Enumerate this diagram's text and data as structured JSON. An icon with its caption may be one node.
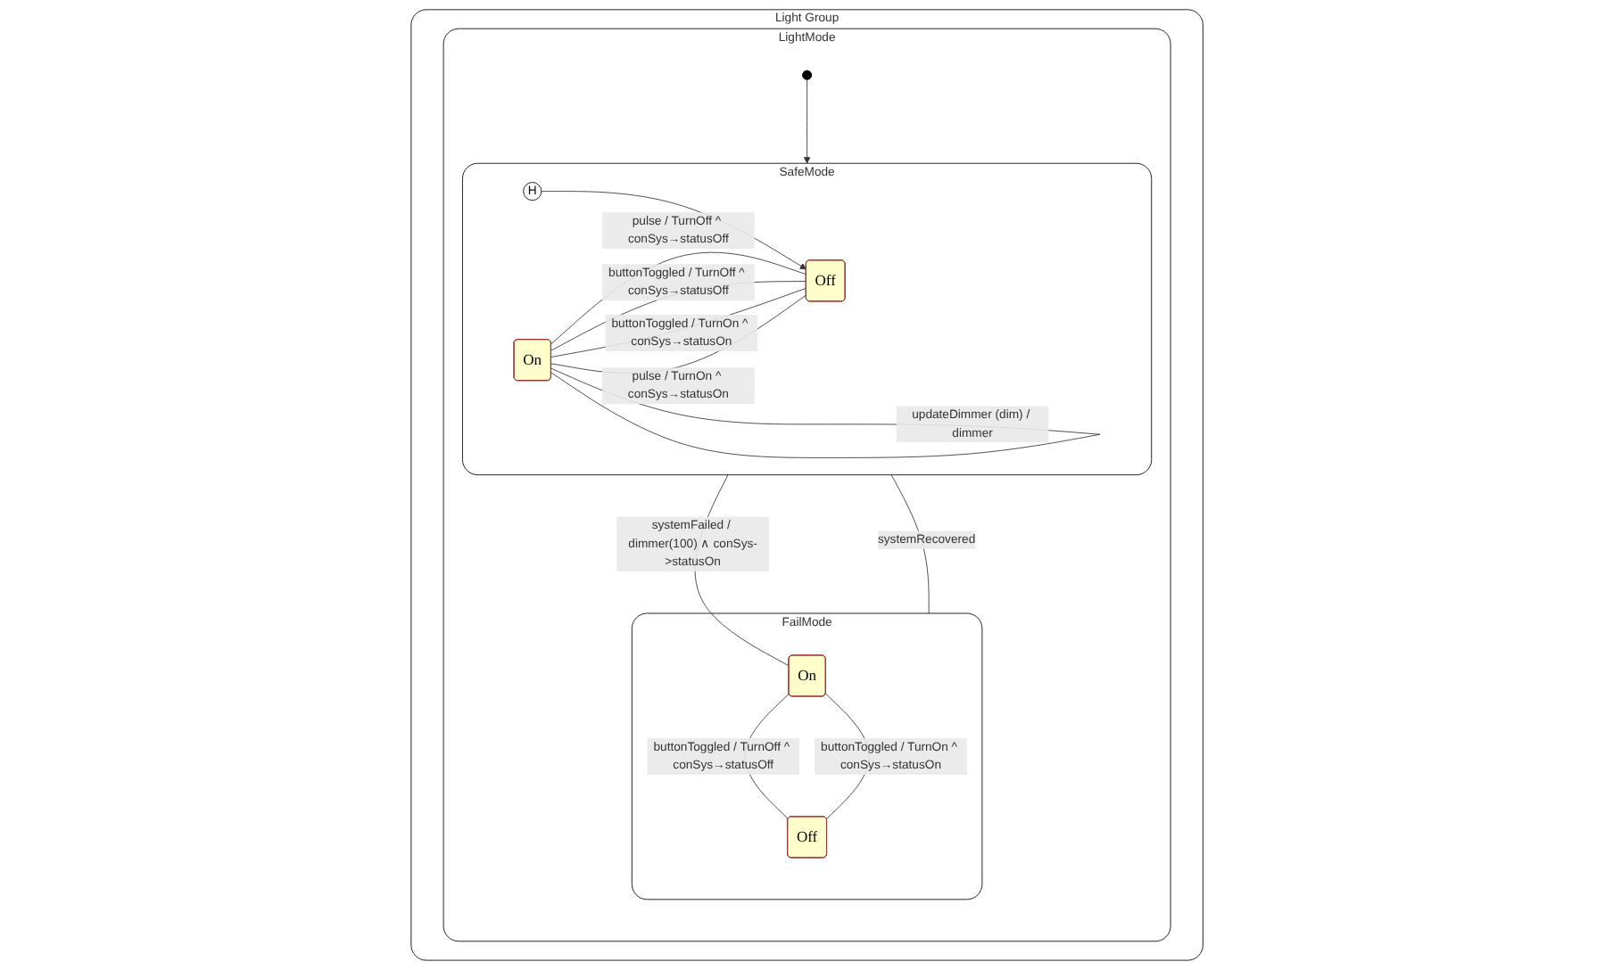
{
  "diagram": {
    "nodes": [
      {
        "text": [
          "Light Group"
        ]
      },
      {
        "text": [
          "LightMode"
        ],
        "in": 0
      },
      {
        "text": [
          "SafeMode"
        ],
        "in": 1
      },
      {
        "text": [
          "H"
        ],
        "in": 2
      },
      {
        "text": [
          "On"
        ],
        "in": 2
      },
      {
        "text": [
          "Off"
        ],
        "in": 2
      },
      {
        "text": [
          "FailMode"
        ],
        "in": 1
      },
      {
        "text": [
          "On"
        ],
        "in": 6
      },
      {
        "text": [
          "Off"
        ],
        "in": 6
      },
      {
        "text": [],
        "shape": "circle",
        "in": 1
      }
    ],
    "edges": [
      {
        "from": 9,
        "to": 2,
        "arrow": "to"
      },
      {
        "from": 3,
        "to": 5,
        "arrow": "to"
      },
      {
        "from": 4,
        "to": 5,
        "label": "pulse / TurnOff ^ conSys→statusOff",
        "arrow": "none"
      },
      {
        "from": 4,
        "to": 5,
        "label": "buttonToggled / TurnOff ^ conSys→statusOff",
        "arrow": "none"
      },
      {
        "from": 4,
        "to": 5,
        "label": "buttonToggled / TurnOn ^ conSys→statusOn",
        "arrow": "none"
      },
      {
        "from": 4,
        "to": 5,
        "label": "pulse / TurnOn ^ conSys→statusOn",
        "arrow": "none"
      },
      {
        "from": 4,
        "to": 4,
        "label": "updateDimmer (dim) / dimmer",
        "arrow": "none"
      },
      {
        "from": 2,
        "to": 7,
        "label": "systemFailed / dimmer(100) ∧ conSys->statusOn",
        "arrow": "none"
      },
      {
        "from": 2,
        "to": 6,
        "label": "systemRecovered",
        "arrow": "none"
      },
      {
        "from": 7,
        "to": 8,
        "label": "buttonToggled / TurnOff ^ conSys→statusOff",
        "arrow": "none"
      },
      {
        "from": 7,
        "to": 8,
        "label": "buttonToggled / TurnOn ^ conSys→statusOn",
        "arrow": "none"
      }
    ]
  }
}
